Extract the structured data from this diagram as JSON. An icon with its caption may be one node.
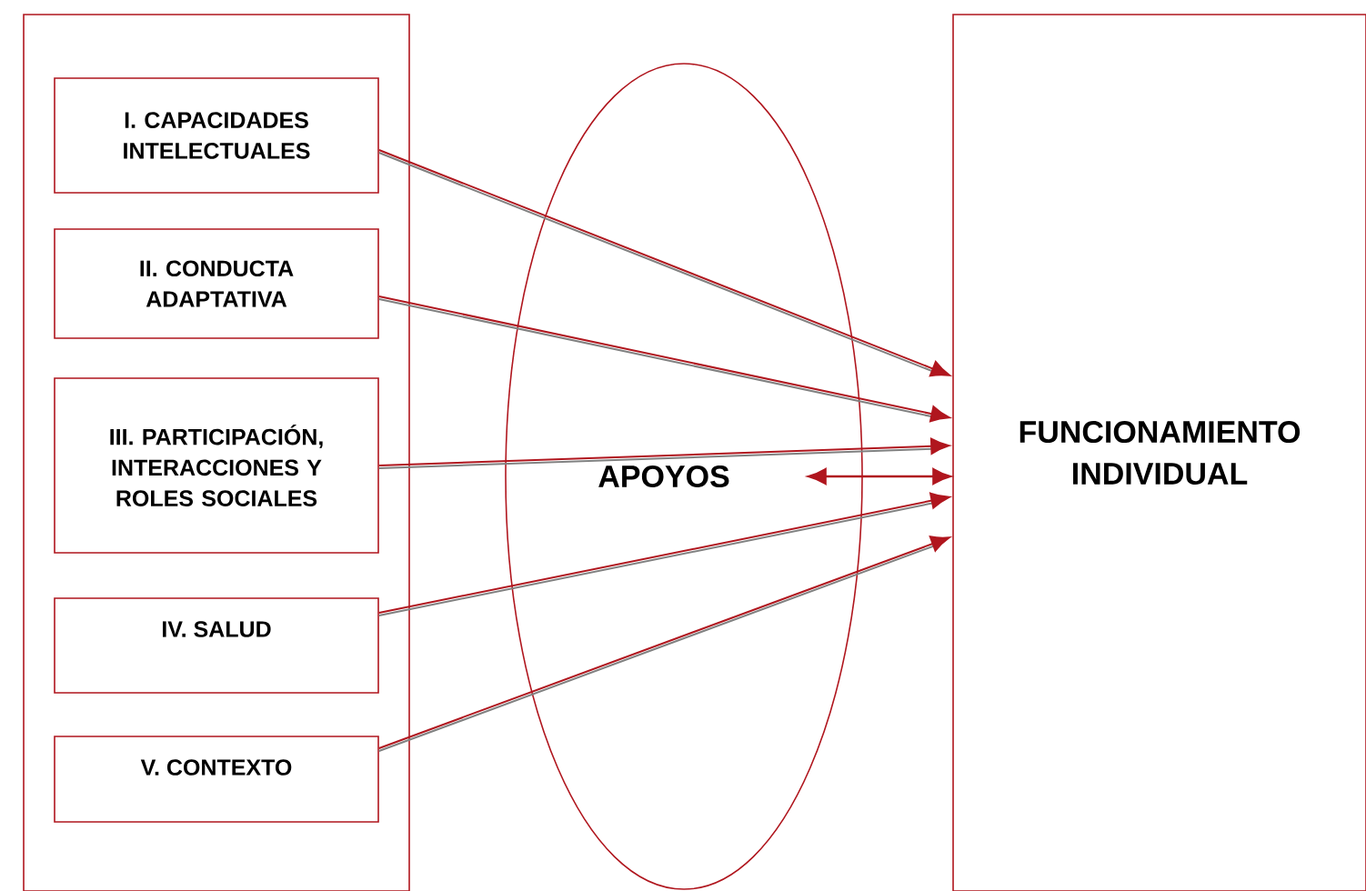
{
  "diagram": {
    "nodes": [
      {
        "text": [],
        "shape": "box"
      },
      {
        "text": [
          "I. CAPACIDADES INTELECTUALES"
        ],
        "in": 0
      },
      {
        "text": [
          "II. CONDUCTA ADAPTATIVA"
        ],
        "in": 0
      },
      {
        "text": [
          "III. PARTICIPACIÓN, INTERACCIONES Y ROLES SOCIALES"
        ],
        "in": 0
      },
      {
        "text": [
          "IV. SALUD"
        ],
        "in": 0
      },
      {
        "text": [
          "V. CONTEXTO"
        ],
        "in": 0
      },
      {
        "text": [
          "APOYOS"
        ]
      },
      {
        "text": [
          "FUNCIONAMIENTO INDIVIDUAL"
        ]
      }
    ],
    "edges": [
      {
        "from": 1,
        "to": 7,
        "arrow": "to"
      },
      {
        "from": 2,
        "to": 7,
        "arrow": "to"
      },
      {
        "from": 3,
        "to": 7,
        "arrow": "to"
      },
      {
        "from": 4,
        "to": 7,
        "arrow": "to"
      },
      {
        "from": 5,
        "to": 7,
        "arrow": "to"
      },
      {
        "from": 6,
        "to": 7,
        "arrow": "both",
        "color": "#b0161e"
      }
    ]
  }
}
